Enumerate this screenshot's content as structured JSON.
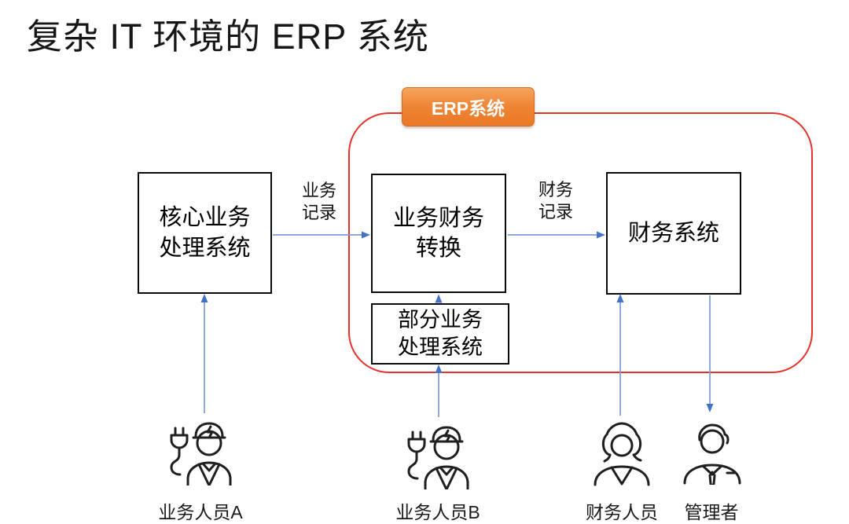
{
  "title": "复杂 IT 环境的 ERP 系统",
  "erp_badge": {
    "label": "ERP系统"
  },
  "boxes": {
    "core": {
      "label": "核心业务\n处理系统"
    },
    "conversion": {
      "label": "业务财务\n转换"
    },
    "finance": {
      "label": "财务系统"
    },
    "partial": {
      "label": "部分业务\n处理系统"
    }
  },
  "edge_labels": {
    "business_record": "业务\n记录",
    "finance_record": "财务\n记录"
  },
  "people": {
    "worker_a": {
      "label": "业务人员A",
      "icon": "construction-worker-icon"
    },
    "worker_b": {
      "label": "业务人员B",
      "icon": "construction-worker-icon"
    },
    "finance_staff": {
      "label": "财务人员",
      "icon": "businesswoman-icon"
    },
    "manager": {
      "label": "管理者",
      "icon": "businessman-icon"
    }
  },
  "colors": {
    "erp_boundary_red": "#e5332b",
    "badge_orange": "#ed7d31",
    "badge_orange_light": "#f6a55e",
    "arrow_line_blue": "#7d9cd3",
    "arrow_head_blue": "#4472c4",
    "box_border": "#0a0a0a",
    "text": "#1a1a1a"
  }
}
